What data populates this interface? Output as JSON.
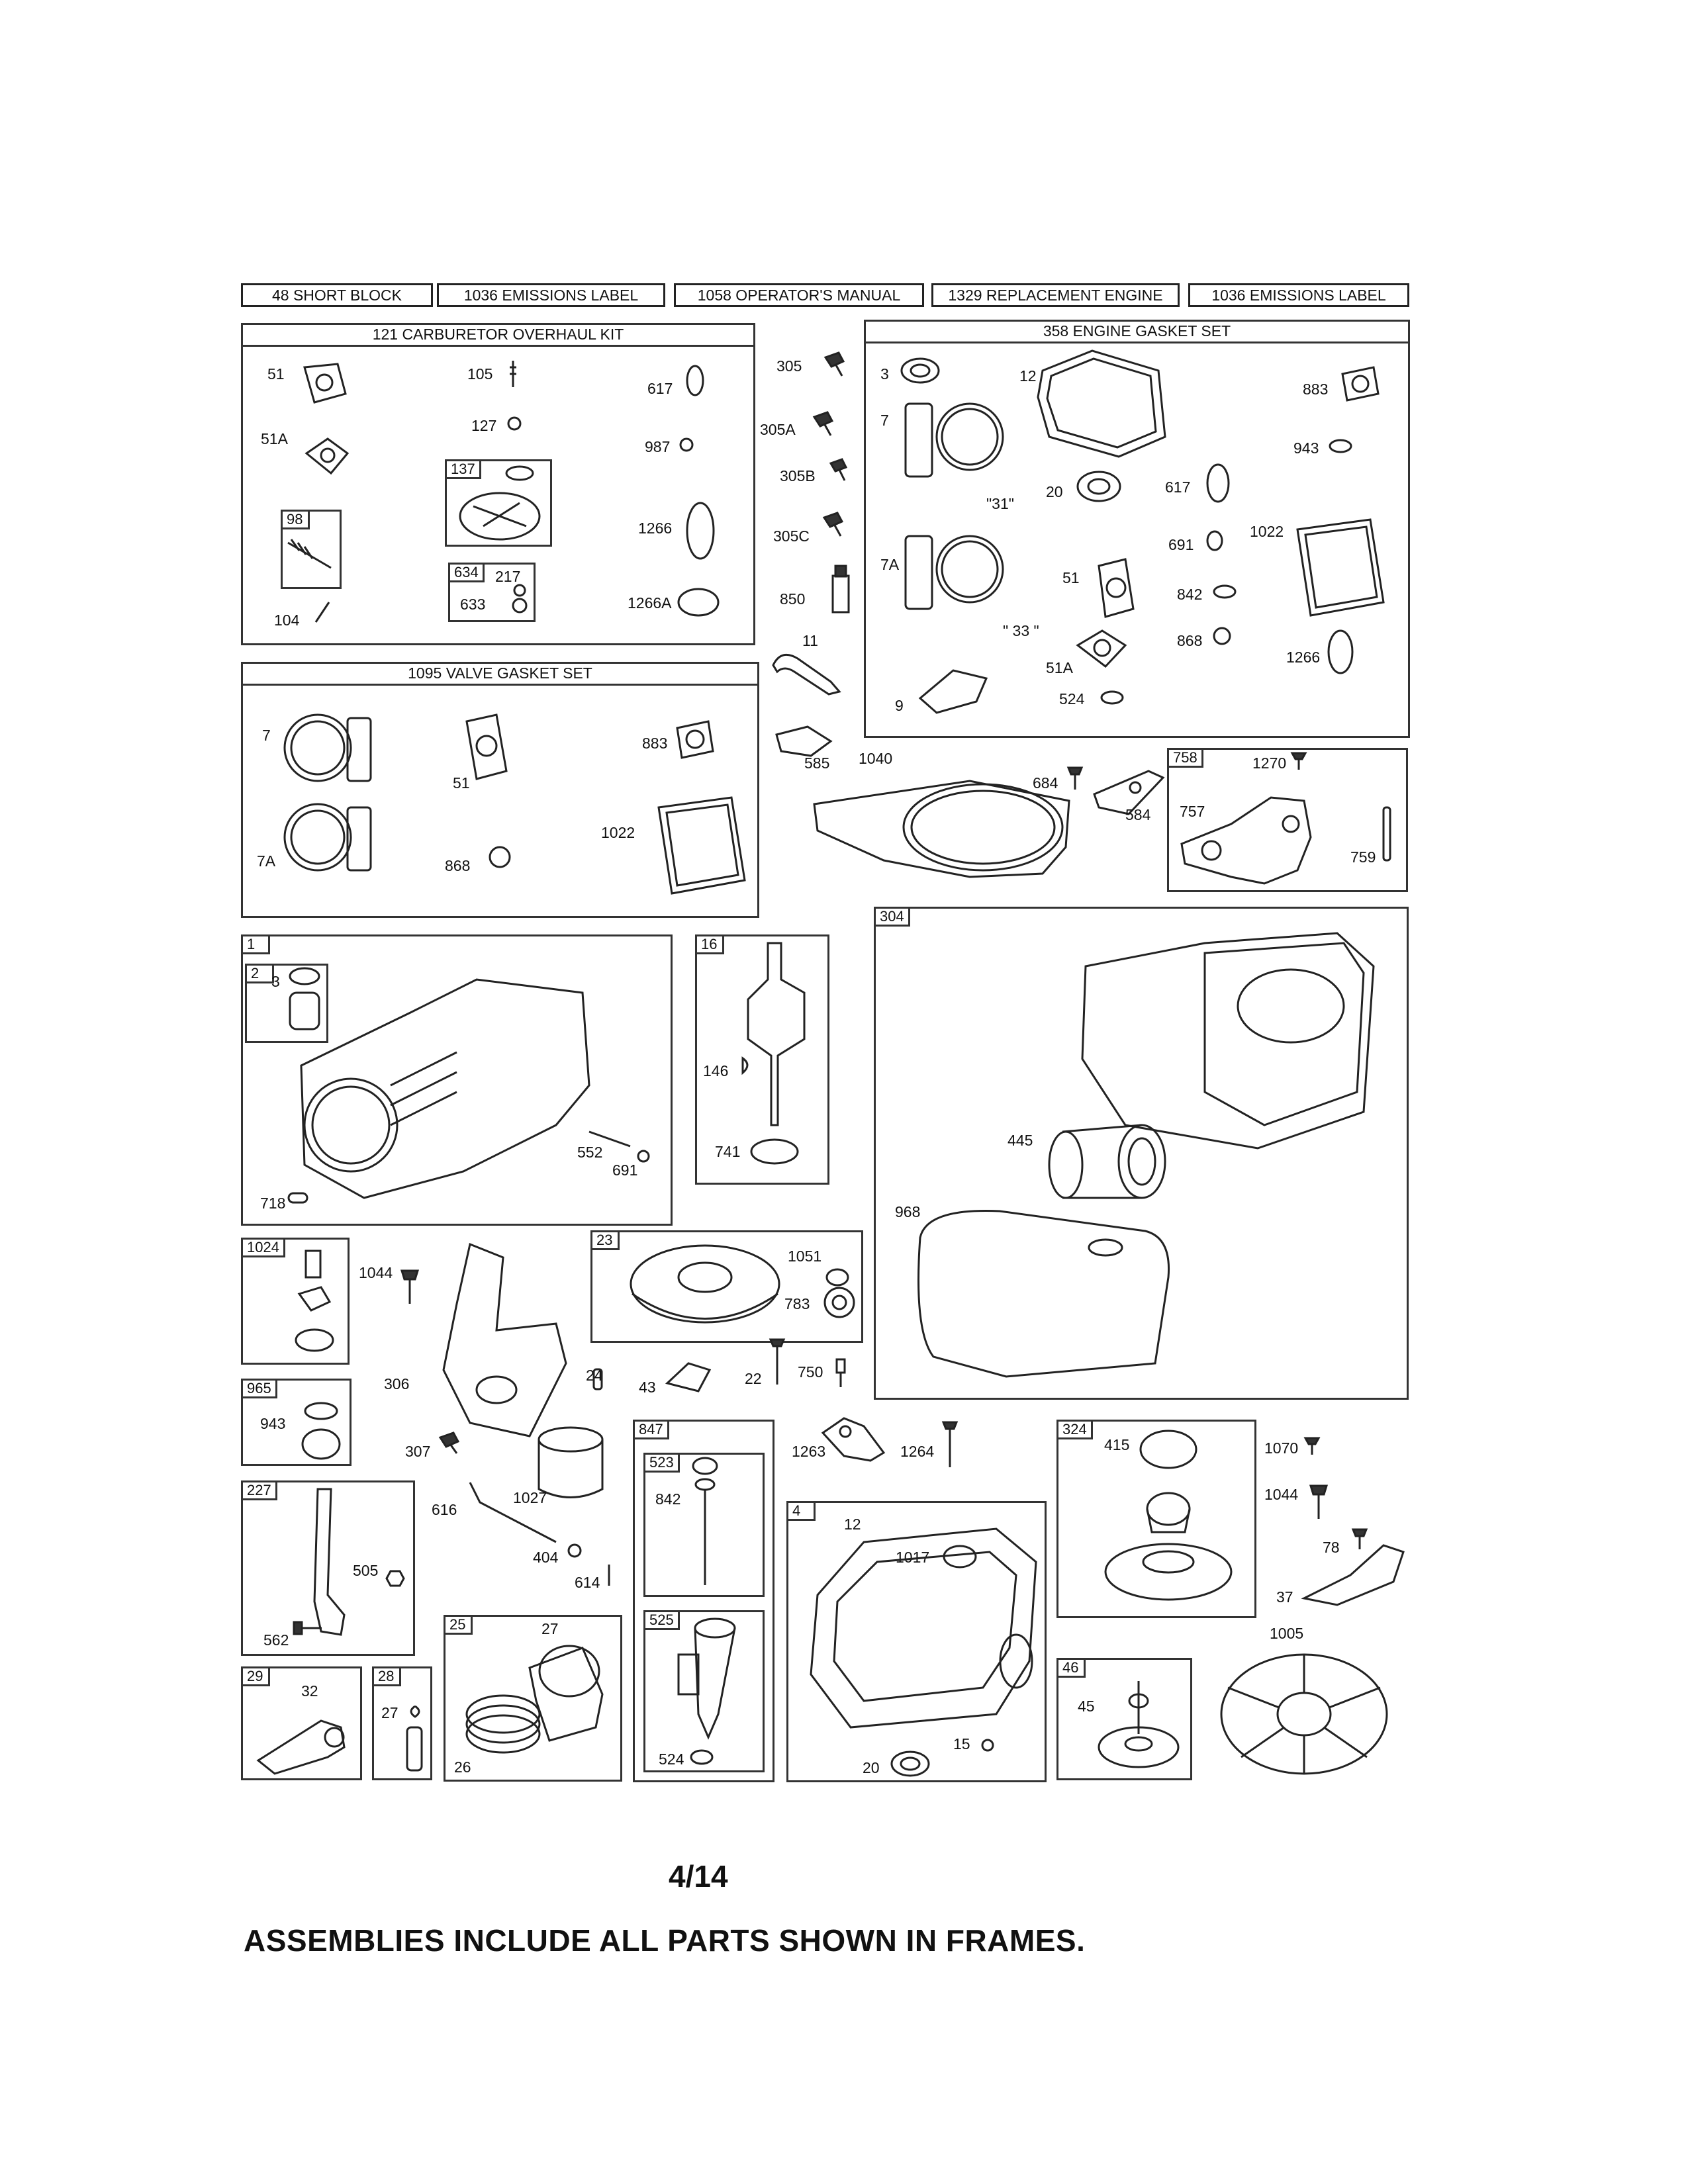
{
  "header_boxes": [
    {
      "label": "48 SHORT BLOCK"
    },
    {
      "label": "1036 EMISSIONS LABEL"
    },
    {
      "label": "1058 OPERATOR'S MANUAL"
    },
    {
      "label": "1329 REPLACEMENT ENGINE"
    },
    {
      "label": "1036 EMISSIONS LABEL"
    }
  ],
  "frames": {
    "carb_kit": "121 CARBURETOR OVERHAUL KIT",
    "engine_gasket": "358 ENGINE GASKET SET",
    "valve_gasket": "1095 VALVE GASKET SET"
  },
  "carb_labels": {
    "p51": "51",
    "p51a": "51A",
    "p98": "98",
    "p104": "104",
    "p105": "105",
    "p127": "127",
    "p137": "137",
    "p634": "634",
    "p217": "217",
    "p633": "633",
    "p617": "617",
    "p987": "987",
    "p1266": "1266",
    "p1266a": "1266A"
  },
  "mid_labels": {
    "p305": "305",
    "p305a": "305A",
    "p305b": "305B",
    "p305c": "305C",
    "p850": "850",
    "p11": "11",
    "p585": "585",
    "p1040": "1040"
  },
  "gasket_labels": {
    "p3": "3",
    "p12": "12",
    "p883": "883",
    "p7": "7",
    "q31": "\"31\"",
    "p943": "943",
    "p20": "20",
    "p617": "617",
    "p7a": "7A",
    "p691": "691",
    "p1022": "1022",
    "p51": "51",
    "p842": "842",
    "q33": "\" 33 \"",
    "p868": "868",
    "p51a": "51A",
    "p1266": "1266",
    "p9": "9",
    "p524": "524"
  },
  "valve_labels": {
    "p7": "7",
    "p51": "51",
    "p883": "883",
    "p1022": "1022",
    "p7a": "7A",
    "p868": "868"
  },
  "right_labels": {
    "p684": "684",
    "p584": "584",
    "p758": "758",
    "p1270": "1270",
    "p757": "757",
    "p759": "759",
    "p304": "304",
    "p445": "445",
    "p968": "968"
  },
  "block_labels": {
    "p1": "1",
    "p2": "2",
    "p3": "3",
    "p552": "552",
    "p691": "691",
    "p718": "718",
    "p16": "16",
    "p146": "146",
    "p741": "741"
  },
  "middle_labels": {
    "p1024": "1024",
    "p1044": "1044",
    "p306": "306",
    "p965": "965",
    "p943": "943",
    "p307": "307",
    "p23": "23",
    "p1051": "1051",
    "p783": "783",
    "p24": "24",
    "p43": "43",
    "p22": "22",
    "p750": "750",
    "p1027": "1027",
    "p616": "616",
    "p404": "404",
    "p614": "614"
  },
  "lower_labels": {
    "p227": "227",
    "p505": "505",
    "p562": "562",
    "p29": "29",
    "p32": "32",
    "p28": "28",
    "p27": "27",
    "p25": "25",
    "p27b": "27",
    "p26": "26",
    "p847": "847",
    "p523": "523",
    "p842": "842",
    "p525": "525",
    "p524": "524",
    "p1263": "1263",
    "p1264": "1264",
    "p4": "4",
    "p12": "12",
    "p1017": "1017",
    "p15": "15",
    "p20": "20",
    "p324": "324",
    "p415": "415",
    "p1070": "1070",
    "p1044": "1044",
    "p78": "78",
    "p37": "37",
    "p1005": "1005",
    "p46": "46",
    "p45": "45"
  },
  "page_number": "4/14",
  "footer_note": "ASSEMBLIES INCLUDE ALL PARTS SHOWN IN FRAMES."
}
